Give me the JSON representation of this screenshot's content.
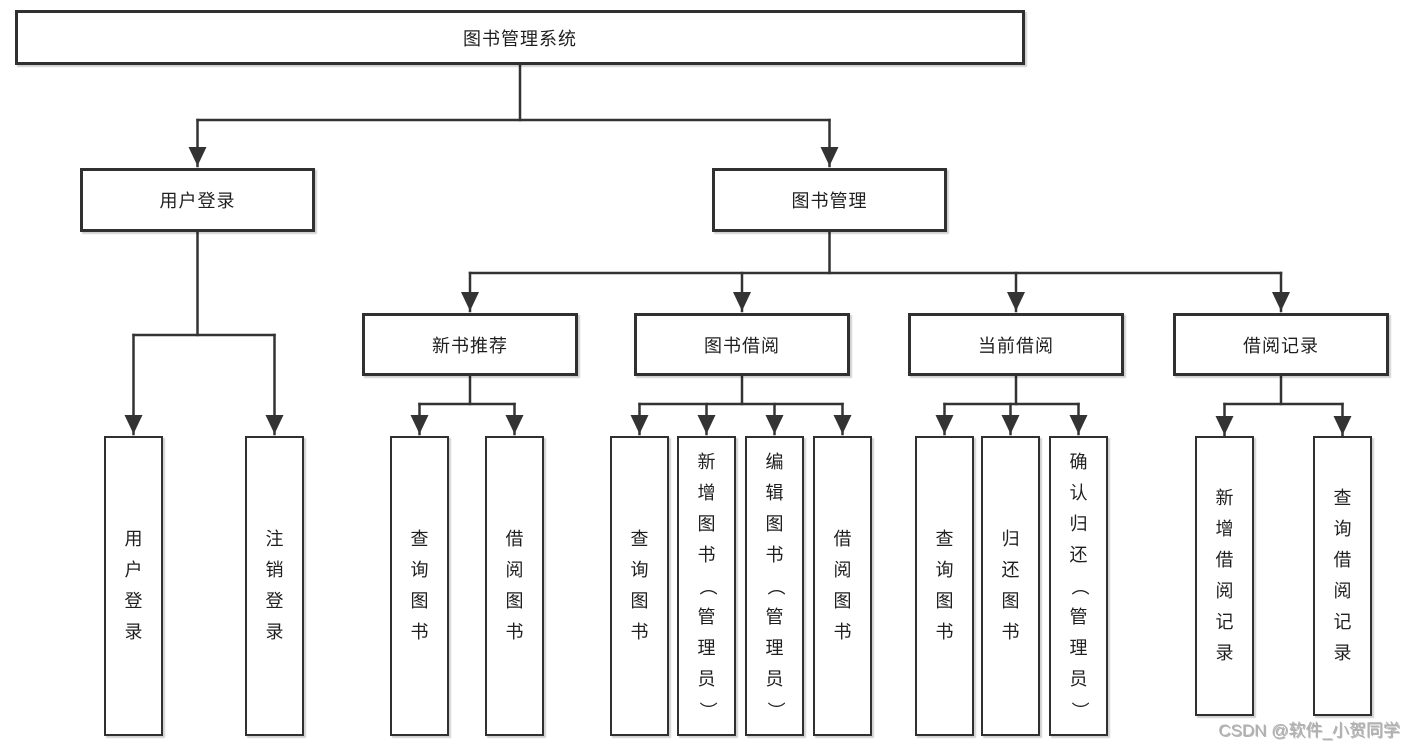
{
  "diagram_title": "图书管理系统",
  "watermark": "CSDN @软件_小贺同学",
  "colors": {
    "background": "#ffffff",
    "line": "#333333",
    "box_border": "#303030",
    "box_fill": "#ffffff",
    "text": "#1f1f1f",
    "watermark_text": "#b0b0b0"
  },
  "nodes": {
    "root": {
      "label": "图书管理系统"
    },
    "user_login": {
      "label": "用户登录"
    },
    "book_mgmt": {
      "label": "图书管理"
    },
    "new_book_rec": {
      "label": "新书推荐"
    },
    "book_borrow": {
      "label": "图书借阅"
    },
    "current_borrow": {
      "label": "当前借阅"
    },
    "borrow_record": {
      "label": "借阅记录"
    },
    "leaf_user_login": {
      "label": "用户登录"
    },
    "leaf_logout": {
      "label": "注销登录"
    },
    "leaf_query_book_1": {
      "label": "查询图书"
    },
    "leaf_borrow_book_1": {
      "label": "借阅图书"
    },
    "leaf_query_book_2": {
      "label": "查询图书"
    },
    "leaf_add_book_admin": {
      "label": "新增图书（管理员）"
    },
    "leaf_edit_book_admin": {
      "label": "编辑图书（管理员）"
    },
    "leaf_borrow_book_2": {
      "label": "借阅图书"
    },
    "leaf_query_book_3": {
      "label": "查询图书"
    },
    "leaf_return_book": {
      "label": "归还图书"
    },
    "leaf_confirm_return_admin": {
      "label": "确认归还（管理员）"
    },
    "leaf_add_borrow_record": {
      "label": "新增借阅记录"
    },
    "leaf_query_borrow_record": {
      "label": "查询借阅记录"
    }
  },
  "hierarchy": {
    "root": [
      "user_login",
      "book_mgmt"
    ],
    "user_login": [
      "leaf_user_login",
      "leaf_logout"
    ],
    "book_mgmt": [
      "new_book_rec",
      "book_borrow",
      "current_borrow",
      "borrow_record"
    ],
    "new_book_rec": [
      "leaf_query_book_1",
      "leaf_borrow_book_1"
    ],
    "book_borrow": [
      "leaf_query_book_2",
      "leaf_add_book_admin",
      "leaf_edit_book_admin",
      "leaf_borrow_book_2"
    ],
    "current_borrow": [
      "leaf_query_book_3",
      "leaf_return_book",
      "leaf_confirm_return_admin"
    ],
    "borrow_record": [
      "leaf_add_borrow_record",
      "leaf_query_borrow_record"
    ]
  }
}
